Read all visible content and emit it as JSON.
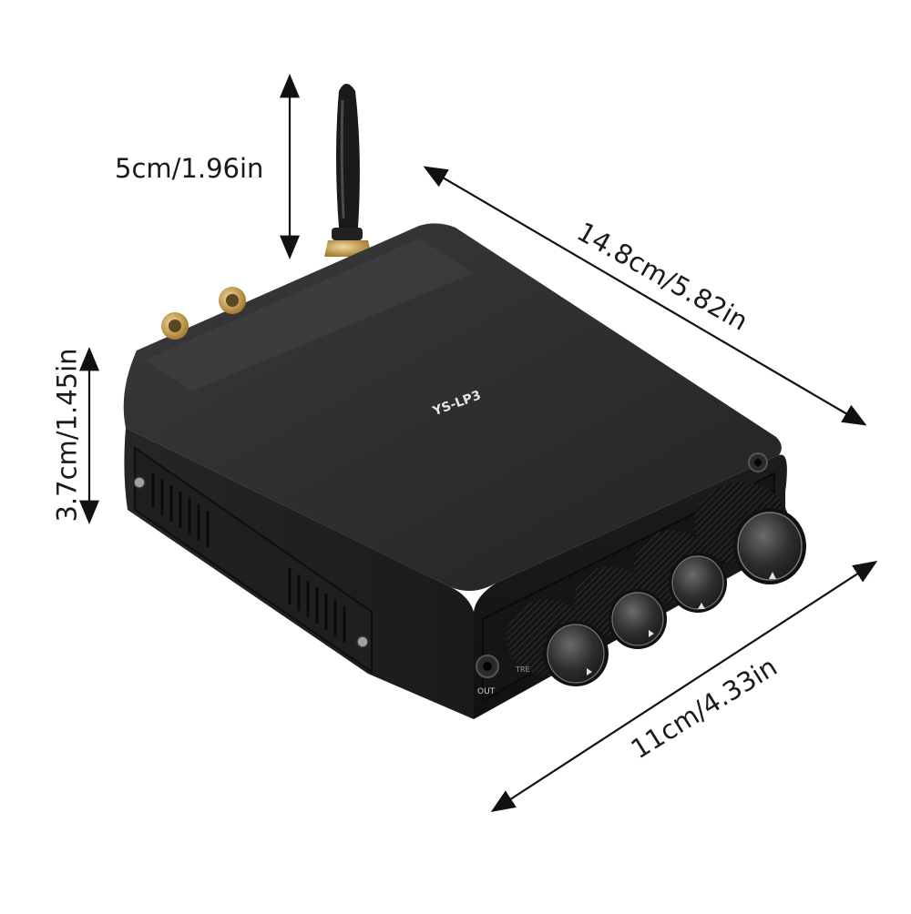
{
  "product": {
    "model_label": "YS-LP3",
    "port_out_label": "OUT",
    "port_treble_label": "TRE",
    "knob_count": 4
  },
  "dimensions": {
    "antenna": "5cm/1.96in",
    "height": "3.7cm/1.45in",
    "length": "14.8cm/5.82in",
    "width": "11cm/4.33in"
  },
  "colors": {
    "body": "#2b2b2d",
    "knob": "#1c1c1c",
    "knob_cap": "#3a3a3c",
    "brass": "#c9a24a",
    "arrow": "#111111",
    "background": "#ffffff"
  }
}
